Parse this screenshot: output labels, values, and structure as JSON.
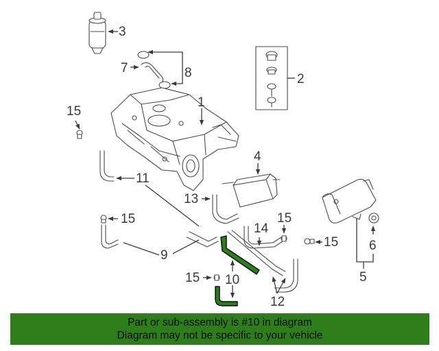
{
  "labels": {
    "l1": "1",
    "l2": "2",
    "l3": "3",
    "l4": "4",
    "l5": "5",
    "l6": "6",
    "l7": "7",
    "l8": "8",
    "l9": "9",
    "l10": "10",
    "l11": "11",
    "l12": "12",
    "l13": "13",
    "l14": "14",
    "l15a": "15",
    "l15b": "15",
    "l15c": "15",
    "l15d": "15",
    "l15e": "15"
  },
  "highlight_part": "10",
  "colors": {
    "highlight": "#2d7d1a",
    "line": "#4a4a4a"
  },
  "banner": {
    "line1": "Part or sub-assembly is #10 in diagram",
    "line2": "Diagram may not be specific to your vehicle"
  }
}
